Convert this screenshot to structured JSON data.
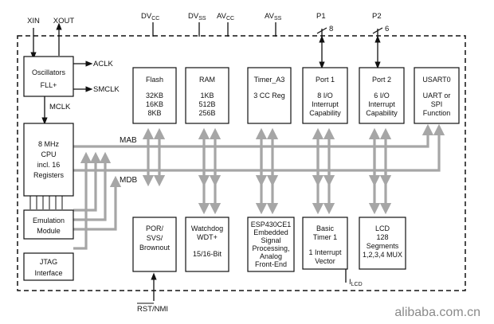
{
  "inputs": {
    "xin": "XIN",
    "xout": "XOUT",
    "dvcc": [
      "DV",
      "CC"
    ],
    "dvss": [
      "DV",
      "SS"
    ],
    "avcc": [
      "AV",
      "CC"
    ],
    "avss": [
      "AV",
      "SS"
    ],
    "p1": "P1",
    "p1_width": "8",
    "p2": "P2",
    "p2_width": "6",
    "rst": "RST/NMI",
    "ilcd": [
      "I",
      "LCD"
    ]
  },
  "clocks": {
    "aclk": "ACLK",
    "smclk": "SMCLK",
    "mclk": "MCLK"
  },
  "buses": {
    "mab": "MAB",
    "mdb": "MDB"
  },
  "blocks": {
    "oscillators": [
      "Oscillators",
      "FLL+"
    ],
    "cpu": [
      "8 MHz",
      "CPU",
      "incl. 16",
      "Registers"
    ],
    "flash": [
      "Flash",
      "32KB",
      "16KB",
      "8KB"
    ],
    "ram": [
      "RAM",
      "1KB",
      "512B",
      "256B"
    ],
    "timer_a3": [
      "Timer_A3",
      "3 CC Reg"
    ],
    "port1": [
      "Port 1",
      "8 I/O",
      "Interrupt",
      "Capability"
    ],
    "port2": [
      "Port 2",
      "6 I/O",
      "Interrupt",
      "Capability"
    ],
    "usart0": [
      "USART0",
      "UART or",
      "SPI",
      "Function"
    ],
    "emulation": [
      "Emulation",
      "Module"
    ],
    "jtag": [
      "JTAG",
      "Interface"
    ],
    "por": [
      "POR/",
      "SVS/",
      "Brownout"
    ],
    "watchdog": [
      "Watchdog",
      "WDT+",
      "15/16-Bit"
    ],
    "esp430": [
      "ESP430CE1",
      "Embedded",
      "Signal",
      "Processing,",
      "Analog",
      "Front-End"
    ],
    "basic_timer": [
      "Basic",
      "Timer 1",
      "1 Interrupt",
      "Vector"
    ],
    "lcd": [
      "LCD",
      "128",
      "Segments",
      "1,2,3,4 MUX"
    ]
  },
  "watermark": "alibaba.com.cn",
  "colors": {
    "bus": "#a6a6a6",
    "line": "#111111",
    "watermark": "#8a8a8a"
  }
}
